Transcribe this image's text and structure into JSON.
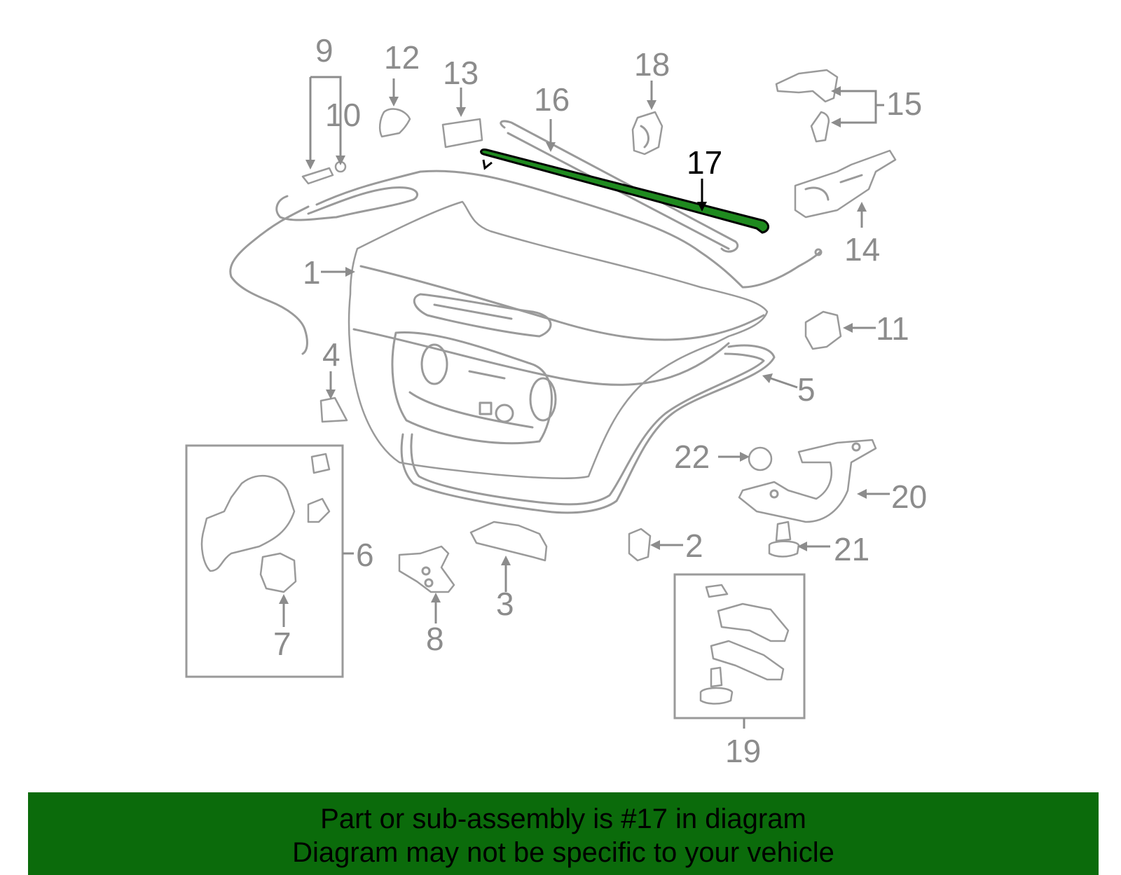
{
  "diagram": {
    "highlight_color": "#0b6b0b",
    "highlighted_part": "17",
    "callouts": [
      "1",
      "2",
      "3",
      "4",
      "5",
      "6",
      "7",
      "8",
      "9",
      "10",
      "11",
      "12",
      "13",
      "14",
      "15",
      "16",
      "17",
      "18",
      "19",
      "20",
      "21",
      "22"
    ]
  },
  "banner": {
    "color": "#0b6b0b",
    "line1": "Part or sub-assembly is #17 in diagram",
    "line2": "Diagram may not be specific to your vehicle"
  }
}
